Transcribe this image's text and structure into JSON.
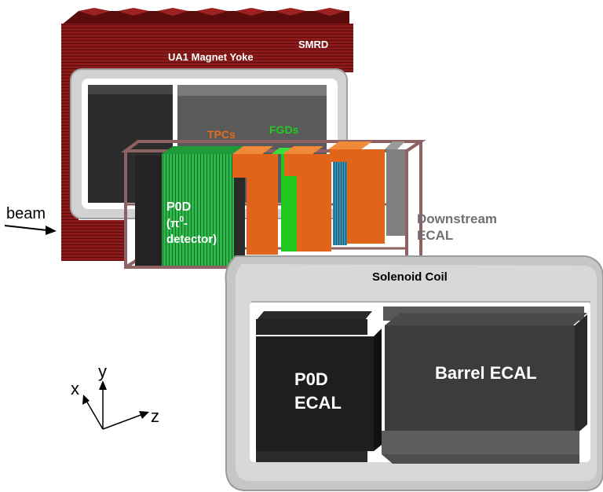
{
  "labels": {
    "magnet_yoke": "UA1 Magnet Yoke",
    "smrd": "SMRD",
    "tpcs": "TPCs",
    "fgds": "FGDs",
    "beam": "beam",
    "p0d_line1": "P0D",
    "p0d_line2_prefix": "(π",
    "p0d_line2_sup": "0",
    "p0d_line2_suffix": "-",
    "p0d_line3": "detector)",
    "downstream_line1": "Downstream",
    "downstream_line2": "ECAL",
    "solenoid_coil": "Solenoid Coil",
    "p0d_ecal_line1": "P0D",
    "p0d_ecal_line2": "ECAL",
    "barrel_ecal": "Barrel ECAL"
  },
  "axes": {
    "x": "x",
    "y": "y",
    "z": "z"
  },
  "colors": {
    "yoke": "#8b1a1a",
    "yoke_dark": "#6b1010",
    "coil": "#c8c8c8",
    "tpc": "#e0641a",
    "fgd": "#1ec81e",
    "p0d": "#2db84a",
    "frame": "#8e6262",
    "ecal": "#3c3c3c",
    "tpc_label": "#e66b1e",
    "fgd_label": "#22cc22",
    "downstream_label": "#707070"
  }
}
